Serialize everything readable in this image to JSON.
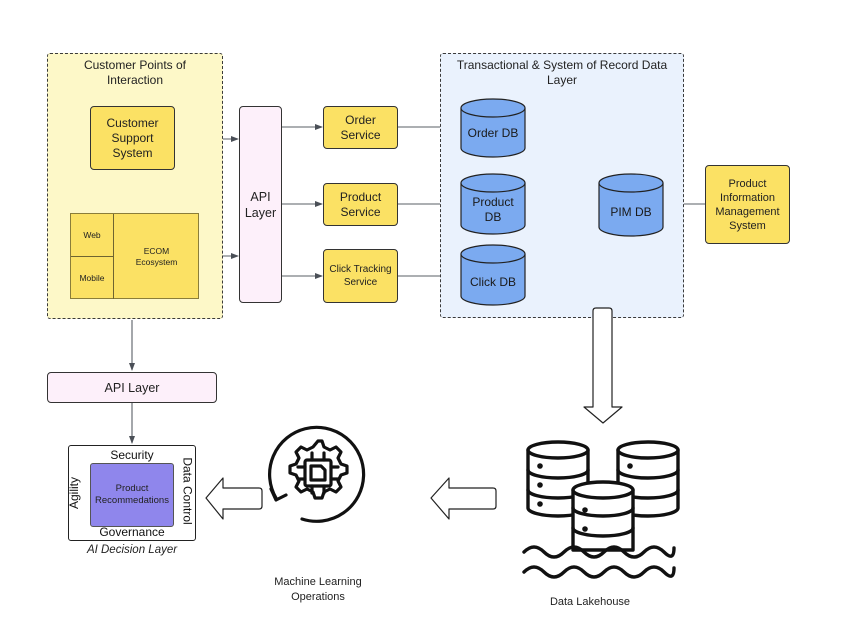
{
  "diagram": {
    "customer_group": {
      "title": "Customer Points of Interaction",
      "customer_support": "Customer Support System",
      "ecom": {
        "web": "Web",
        "mobile": "Mobile",
        "ecosystem": "ECOM Ecosystem"
      }
    },
    "api_layer_vertical": "API Layer",
    "services": {
      "order": "Order Service",
      "product": "Product Service",
      "click": "Click Tracking Service"
    },
    "data_group": {
      "title": "Transactional & System of Record Data Layer",
      "order_db": "Order DB",
      "product_db": "Product DB",
      "click_db": "Click DB",
      "pim_db": "PIM DB"
    },
    "pim_system": "Product Information Management System",
    "api_layer_horizontal": "API Layer",
    "ai_decision": {
      "caption": "AI Decision Layer",
      "core": "Product Recommedations",
      "top": "Security",
      "bottom": "Governance",
      "left": "Agility",
      "right": "Data Control"
    },
    "mlops": {
      "label": "Machine Learning Operations",
      "icon": "gear-chip-cycle-icon"
    },
    "lakehouse": {
      "label": "Data Lakehouse",
      "icon": "database-lake-icon"
    },
    "colors": {
      "customer_group_bg": "#fdf8c8",
      "data_group_bg": "#eaf2fd",
      "yellow_box": "#fbe164",
      "pink_box": "#fdf0fa",
      "db_blue": "#7baaf0",
      "ai_core": "#8f86ec"
    }
  }
}
